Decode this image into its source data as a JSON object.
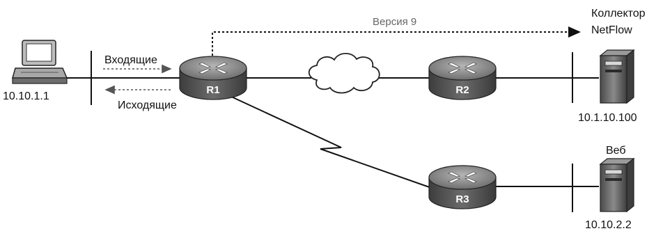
{
  "hosts": {
    "pc": {
      "ip": "10.10.1.1"
    },
    "collector": {
      "title_line1": "Коллектор",
      "title_line2": "NetFlow",
      "ip": "10.1.10.100"
    },
    "web": {
      "title": "Веб",
      "ip": "10.10.2.2"
    }
  },
  "routers": {
    "r1": "R1",
    "r2": "R2",
    "r3": "R3"
  },
  "flows": {
    "incoming": "Входящие",
    "outgoing": "Исходящие",
    "export_version": "Версия 9"
  },
  "colors": {
    "router_body": "#5a5a5a",
    "router_top": "#8a8a8a",
    "line": "#111111",
    "server": "#6a6a6a",
    "cloud": "#ffffff"
  }
}
